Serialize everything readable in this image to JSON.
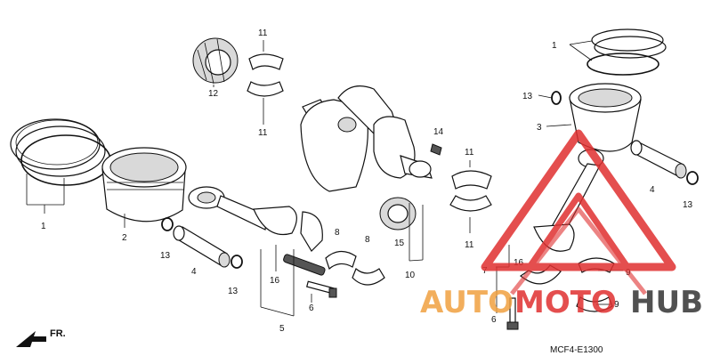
{
  "diagram": {
    "code": "MCF4-E1300",
    "fr_label": "FR.",
    "callouts": [
      {
        "id": "c1a",
        "text": "1"
      },
      {
        "id": "c1b",
        "text": "1"
      },
      {
        "id": "c2",
        "text": "2"
      },
      {
        "id": "c3",
        "text": "3"
      },
      {
        "id": "c4a",
        "text": "4"
      },
      {
        "id": "c4b",
        "text": "4"
      },
      {
        "id": "c5",
        "text": "5"
      },
      {
        "id": "c6a",
        "text": "6"
      },
      {
        "id": "c6b",
        "text": "6"
      },
      {
        "id": "c7",
        "text": "7"
      },
      {
        "id": "c8a",
        "text": "8"
      },
      {
        "id": "c8b",
        "text": "8"
      },
      {
        "id": "c9a",
        "text": "9"
      },
      {
        "id": "c9b",
        "text": "9"
      },
      {
        "id": "c10",
        "text": "10"
      },
      {
        "id": "c11a",
        "text": "11"
      },
      {
        "id": "c11b",
        "text": "11"
      },
      {
        "id": "c11c",
        "text": "11"
      },
      {
        "id": "c11d",
        "text": "11"
      },
      {
        "id": "c12",
        "text": "12"
      },
      {
        "id": "c13a",
        "text": "13"
      },
      {
        "id": "c13b",
        "text": "13"
      },
      {
        "id": "c13c",
        "text": "13"
      },
      {
        "id": "c13d",
        "text": "13"
      },
      {
        "id": "c14",
        "text": "14"
      },
      {
        "id": "c15",
        "text": "15"
      },
      {
        "id": "c16a",
        "text": "16"
      },
      {
        "id": "c16b",
        "text": "16"
      }
    ]
  },
  "watermark": {
    "brand_left": "AUTO",
    "brand_mid": "MOTO",
    "brand_right": "HUB",
    "colors": {
      "orange": "#f0a040",
      "red": "#e03030",
      "dark": "#333333"
    }
  }
}
